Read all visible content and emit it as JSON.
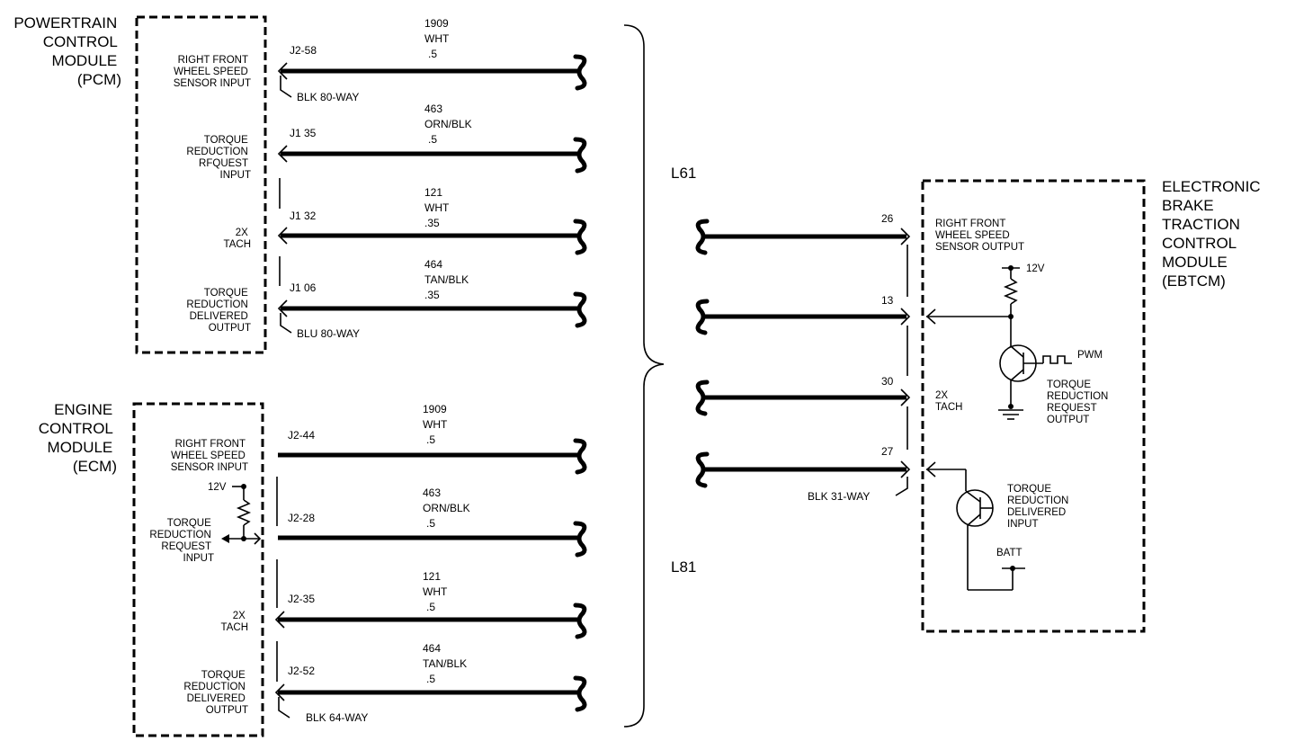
{
  "pcm": {
    "title": [
      "POWERTRAIN",
      "CONTROL",
      "MODULE",
      "(PCM)"
    ],
    "signals": [
      [
        "RIGHT FRONT",
        "WHEEL SPEED",
        "SENSOR INPUT"
      ],
      [
        "TORQUE",
        "REDUCTION",
        "RFQUEST",
        "INPUT"
      ],
      [
        "2X",
        "TACH"
      ],
      [
        "TORQUE",
        "REDUCTION",
        "DELIVERED",
        "OUTPUT"
      ]
    ],
    "pins": [
      "J2-58",
      "J1 35",
      "J1 32",
      "J1 06"
    ],
    "wires": [
      [
        "1909",
        "WHT",
        ".5"
      ],
      [
        "463",
        "ORN/BLK",
        ".5"
      ],
      [
        "121",
        "WHT",
        ".35"
      ],
      [
        "464",
        "TAN/BLK",
        ".35"
      ]
    ],
    "connectors": [
      "BLK 80-WAY",
      "BLU 80-WAY"
    ]
  },
  "ecm": {
    "title": [
      "ENGINE",
      "CONTROL",
      "MODULE",
      "(ECM)"
    ],
    "signals": [
      [
        "RIGHT FRONT",
        "WHEEL SPEED",
        "SENSOR INPUT"
      ],
      [
        "TORQUE",
        "REDUCTION",
        "REQUEST",
        "INPUT"
      ],
      [
        "2X",
        "TACH"
      ],
      [
        "TORQUE",
        "REDUCTION",
        "DELIVERED",
        "OUTPUT"
      ]
    ],
    "supply": "12V",
    "pins": [
      "J2-44",
      "J2-28",
      "J2-35",
      "J2-52"
    ],
    "wires": [
      [
        "1909",
        "WHT",
        ".5"
      ],
      [
        "463",
        "ORN/BLK",
        ".5"
      ],
      [
        "121",
        "WHT",
        ".5"
      ],
      [
        "464",
        "TAN/BLK",
        ".5"
      ]
    ],
    "connector": "BLK 64-WAY"
  },
  "options": {
    "upper": "L61",
    "lower": "L81"
  },
  "ebtcm": {
    "title": [
      "ELECTRONIC",
      "BRAKE",
      "TRACTION",
      "CONTROL",
      "MODULE",
      "(EBTCM)"
    ],
    "pins": [
      "26",
      "13",
      "30",
      "27"
    ],
    "connector": "BLK 31-WAY",
    "rf_output": [
      "RIGHT FRONT",
      "WHEEL SPEED",
      "SENSOR OUTPUT"
    ],
    "supply": "12V",
    "pwm": "PWM",
    "tach": [
      "2X",
      "TACH"
    ],
    "req_output": [
      "TORQUE",
      "REDUCTION",
      "REQUEST",
      "OUTPUT"
    ],
    "del_input": [
      "TORQUE",
      "REDUCTION",
      "DELIVERED",
      "INPUT"
    ],
    "batt": "BATT"
  }
}
